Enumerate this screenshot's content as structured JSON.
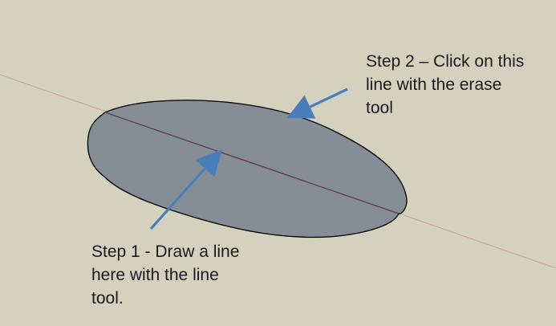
{
  "annotations": {
    "step1": {
      "lines": [
        "Step 1 - Draw a line",
        "here with the line",
        "tool."
      ]
    },
    "step2": {
      "lines": [
        "Step 2 – Click on this",
        "line with the erase",
        "tool"
      ]
    }
  },
  "colors": {
    "background": "#d4d2be",
    "shape_fill": "#848e94",
    "shape_edge": "#000000",
    "axis_line": "#c4a597",
    "drawn_line": "#5a3f52",
    "arrow": "#4a7ebb"
  }
}
